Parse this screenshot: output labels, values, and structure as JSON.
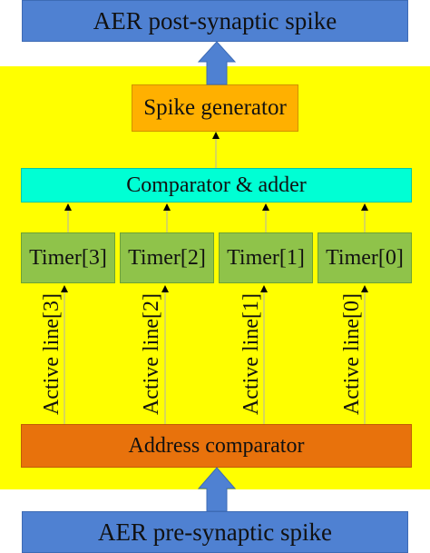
{
  "post_spike": {
    "label": "AER post-synaptic spike"
  },
  "spike_generator": {
    "label": "Spike generator"
  },
  "comparator_adder": {
    "label": "Comparator & adder"
  },
  "timers": [
    {
      "label": "Timer[3]"
    },
    {
      "label": "Timer[2]"
    },
    {
      "label": "Timer[1]"
    },
    {
      "label": "Timer[0]"
    }
  ],
  "active_lines": [
    {
      "label": "Active line[3]"
    },
    {
      "label": "Active line[2]"
    },
    {
      "label": "Active line[1]"
    },
    {
      "label": "Active line[0]"
    }
  ],
  "address_comparator": {
    "label": "Address comparator"
  },
  "pre_spike": {
    "label": "AER pre-synaptic spike"
  },
  "colors": {
    "io_block": "#4f81d2",
    "background_block": "#ffff00",
    "spike_generator": "#ffb000",
    "comparator_adder": "#00ffd4",
    "timer": "#8fc34a",
    "address_comparator": "#e8720c"
  }
}
